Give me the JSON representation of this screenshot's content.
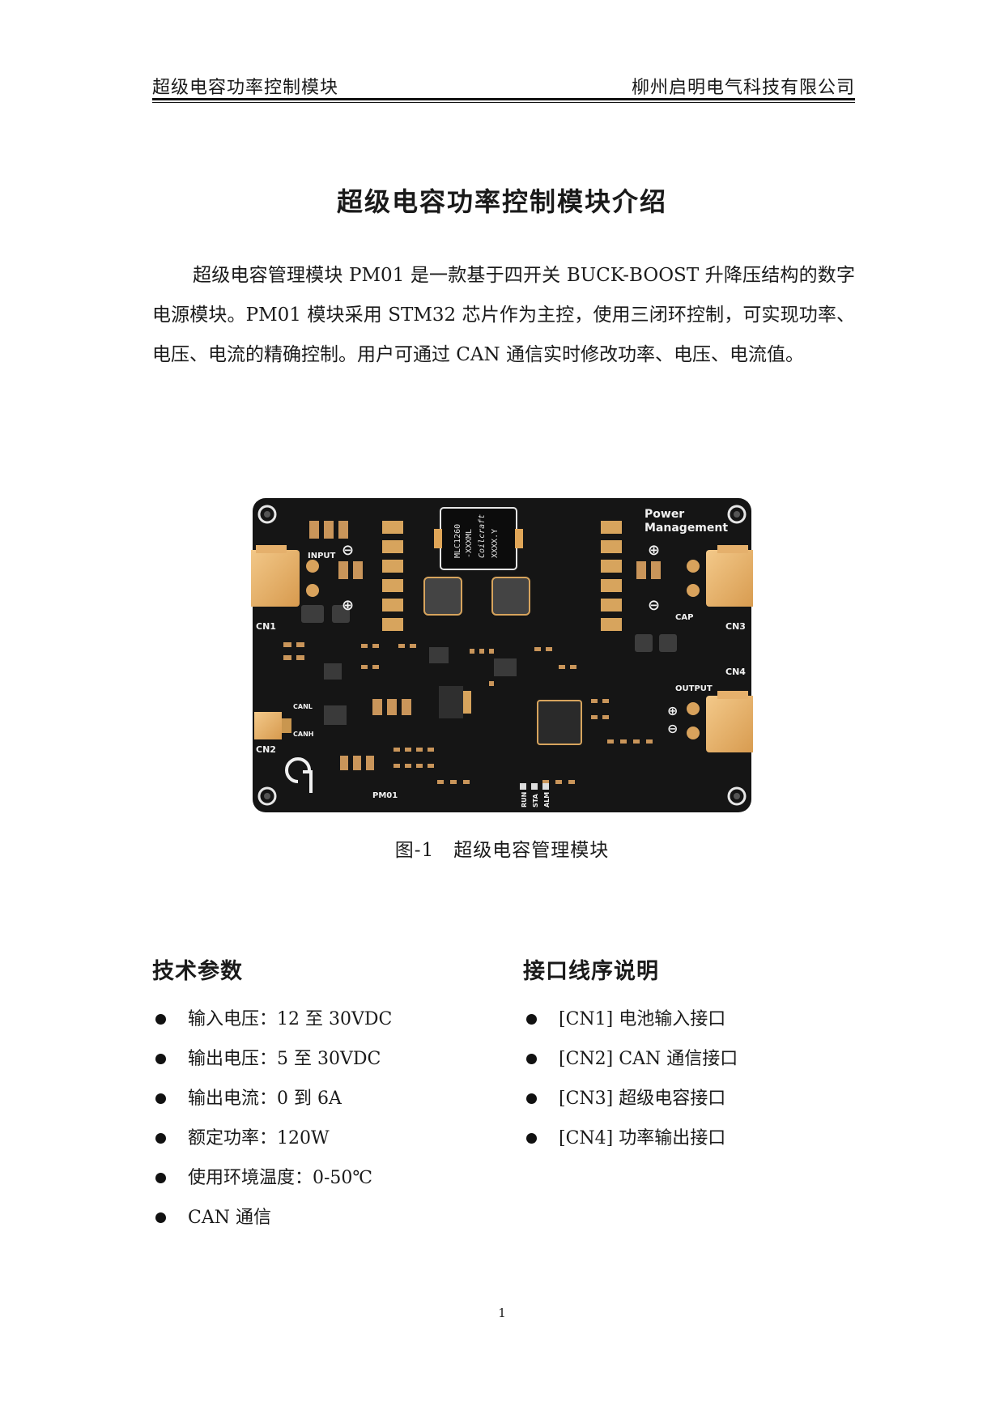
{
  "header": {
    "left": "超级电容功率控制模块",
    "right": "柳州启明电气科技有限公司"
  },
  "title": "超级电容功率控制模块介绍",
  "intro": "超级电容管理模块 PM01 是一款基于四开关 BUCK-BOOST 升降压结构的数字电源模块。PM01 模块采用 STM32 芯片作为主控，使用三闭环控制，可实现功率、电压、电流的精确控制。用户可通过 CAN 通信实时修改功率、电压、电流值。",
  "figure": {
    "caption": "图-1　超级电容管理模块",
    "board_labels": {
      "power": "Power",
      "management": "Management",
      "input": "INPUT",
      "cap": "CAP",
      "output": "OUTPUT",
      "cn1": "CN1",
      "cn2": "CN2",
      "cn3": "CN3",
      "cn4": "CN4",
      "canl": "CANL",
      "canh": "CANH",
      "model": "PM01",
      "inductor_1": "MLC1260",
      "inductor_2": "-XXXML",
      "inductor_3": "Coilcraft",
      "inductor_4": "XXXX.Y",
      "led_1": "RUN",
      "led_2": "STA",
      "led_3": "ALM",
      "plus": "⊕",
      "minus": "⊖"
    }
  },
  "specs": {
    "heading": "技术参数",
    "items": [
      "输入电压：12 至 30VDC",
      "输出电压：5 至 30VDC",
      "输出电流：0 到 6A",
      "额定功率：120W",
      "使用环境温度：0-50℃",
      "CAN 通信"
    ]
  },
  "interfaces": {
    "heading": "接口线序说明",
    "items": [
      "[CN1]  电池输入接口",
      "[CN2] CAN  通信接口",
      "[CN3]  超级电容接口",
      "[CN4]  功率输出接口"
    ]
  },
  "page_number": "1"
}
